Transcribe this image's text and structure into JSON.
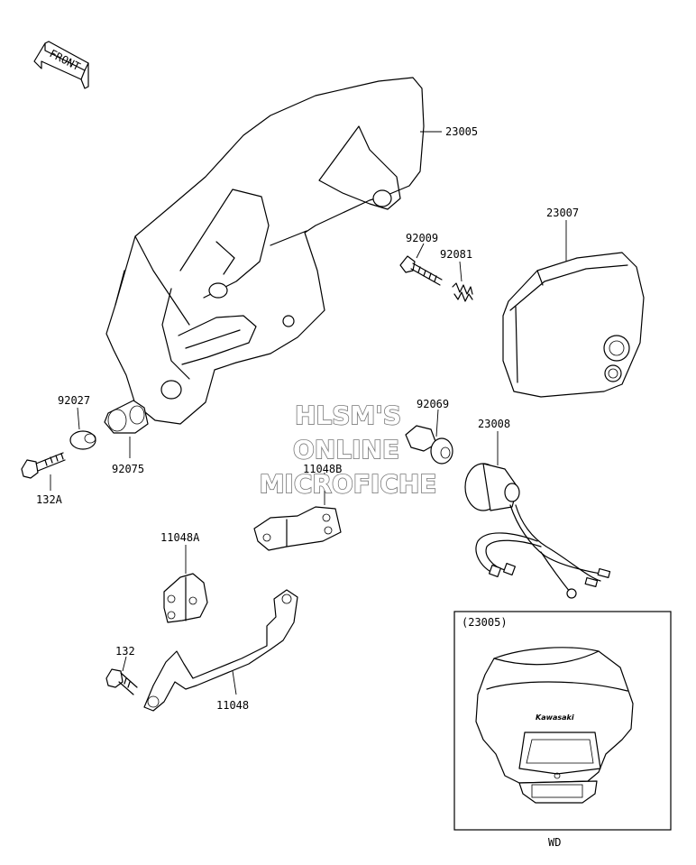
{
  "direction_label": "FRONT",
  "parts": {
    "cowl": "23005",
    "headlight_unit": "23007",
    "socket": "23008",
    "screw": "92009",
    "spring": "92081",
    "bulb": "92069",
    "collar": "92027",
    "grommet": "92075",
    "bolt_132a": "132A",
    "bracket_11048b": "11048B",
    "bracket_11048a": "11048A",
    "bolt_132": "132",
    "bracket_11048": "11048"
  },
  "inset": {
    "title": "(23005)",
    "brand": "Kawasaki",
    "variant": "WD"
  },
  "watermark": {
    "line1": "HLSM'S",
    "line2": "ONLINE",
    "line3": "MICROFICHE"
  },
  "colors": {
    "line": "#000000",
    "watermark_outline": "#777777"
  }
}
